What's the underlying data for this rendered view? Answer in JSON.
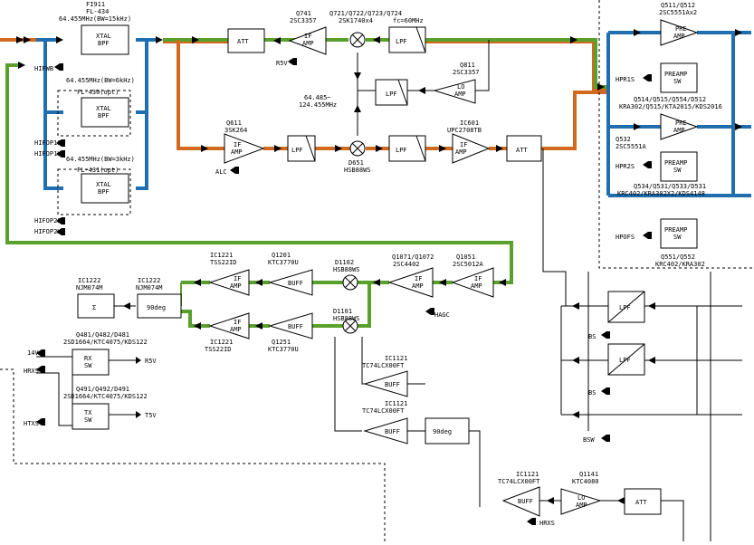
{
  "colors": {
    "blue": "#1f6fb0",
    "green": "#5aa02c",
    "orange": "#d2691e",
    "black": "#000000",
    "background": "#ffffff"
  },
  "filters": {
    "f1": {
      "ref": "FI911",
      "part": "FL-434",
      "freq": "64.455MHz(BW=15kHz)",
      "name1": "XTAL",
      "name2": "BPF"
    },
    "f2": {
      "freq": "64.455MHz(BW=6kHz)",
      "part": "FL-430(opt)",
      "name1": "XTAL",
      "name2": "BPF"
    },
    "f3": {
      "freq": "64.455MHz(BW=3kHz)",
      "part": "FL-431(opt)",
      "name1": "XTAL",
      "name2": "BPF"
    }
  },
  "signals": {
    "hifwb": "HIFWB",
    "hifop1s": "HIFOP1S",
    "hifop1k": "HIFOP1K",
    "hifop2s": "HIFOP2S",
    "hifop2k": "HIFOP2K",
    "r5v": "R5V",
    "alc": "ALC",
    "hagc": "HAGC",
    "v14": "14V",
    "hrxs": "HRXS",
    "htxs": "HTXS",
    "t5v": "T5V",
    "hpr1s": "HPR1S",
    "hpr2s": "HPR2S",
    "hpofs": "HPOFS",
    "bs1": "BS",
    "bs2": "BS",
    "bsw": "BSW",
    "hrxs2": "HRXS"
  },
  "blocks": {
    "att1": "ATT",
    "lpf_top": "LPF",
    "lpf_lo": "LPF",
    "lpf_mid1": "LPF",
    "lpf_mid2": "LPF",
    "att2": "ATT",
    "sum": "Σ",
    "deg90": "90deg",
    "rx_sw": [
      "RX",
      "SW"
    ],
    "tx_sw": [
      "TX",
      "SW"
    ],
    "buff": "BUFF",
    "deg90b": "90deg",
    "att3": "ATT",
    "lpf_r1": "LPF",
    "lpf_r2": "LPF",
    "if_amp": [
      "IF",
      "AMP"
    ],
    "lo_amp": [
      "LO",
      "AMP"
    ],
    "pre_amp": [
      "PRE",
      "AMP"
    ],
    "preamp_sw": [
      "PREAMP",
      "SW"
    ]
  },
  "labels": {
    "q741": [
      "Q741",
      "2SC3357"
    ],
    "q721": [
      "Q721/Q722/Q723/Q724",
      "2SK1740x4",
      "fc=60MHz"
    ],
    "q811": [
      "Q811",
      "2SC3357"
    ],
    "freq_range": [
      "64.485~",
      "124.455MHz"
    ],
    "q611": [
      "Q611",
      "3SK264"
    ],
    "d651": [
      "D651",
      "HSB88WS"
    ],
    "ic601": [
      "IC601",
      "UPC2708TB"
    ],
    "q511": [
      "Q511/Q512",
      "2SC5551Ax2"
    ],
    "q514": [
      "Q514/Q515/Q554/D512",
      "KRA302/Q515/KTA2015/KDS2016"
    ],
    "q532": [
      "Q532",
      "2SC5551A"
    ],
    "q534": [
      "Q534/Q531/Q533/D531",
      "KRC402/KRA302X2/KDS4148"
    ],
    "q551": [
      "Q551/Q552",
      "KRC402/KRA302"
    ],
    "ic1221a": [
      "IC1221",
      "TSS22ID"
    ],
    "q1201": [
      "Q1201",
      "KTC3770U"
    ],
    "d1102": [
      "D1102",
      "HSB88WS"
    ],
    "q1071": [
      "Q1071/Q1072",
      "2SC4402"
    ],
    "q1051": [
      "Q1051",
      "2SC5012A"
    ],
    "ic1222a": [
      "IC1222",
      "NJM074M"
    ],
    "ic1222b": [
      "IC1222",
      "NJM074M"
    ],
    "d1101": [
      "D1101",
      "HSB88WS"
    ],
    "ic1221b": [
      "IC1221",
      "TSS22ID"
    ],
    "q1251": [
      "Q1251",
      "KTC3770U"
    ],
    "q481": [
      "Q481/Q482/D481",
      "2SD1664/KTC4075/KDS122"
    ],
    "q491": [
      "Q491/Q492/D491",
      "2SD1664/KTC4075/KDS122"
    ],
    "ic1121a": [
      "IC1121",
      "TC74LCX00FT"
    ],
    "ic1121b": [
      "IC1121",
      "TC74LCX00FT"
    ],
    "ic1121c": [
      "IC1121",
      "TC74LCX00FT"
    ],
    "q1141": [
      "Q1141",
      "KTC4080"
    ]
  }
}
